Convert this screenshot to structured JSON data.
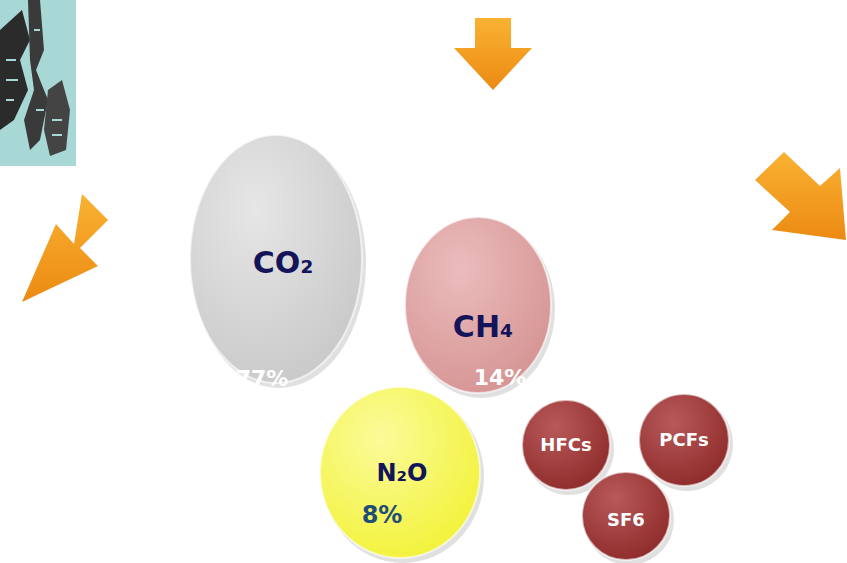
{
  "diagram": {
    "nodes": [
      {
        "text": [
          "CO₂",
          "77%"
        ]
      },
      {
        "text": [
          "CH₄",
          "14%"
        ]
      },
      {
        "text": [
          "N₂O",
          "8%"
        ]
      },
      {
        "text": [
          "HFCs"
        ]
      },
      {
        "text": [
          "PCFs"
        ]
      },
      {
        "text": [
          "SF6"
        ]
      }
    ]
  }
}
